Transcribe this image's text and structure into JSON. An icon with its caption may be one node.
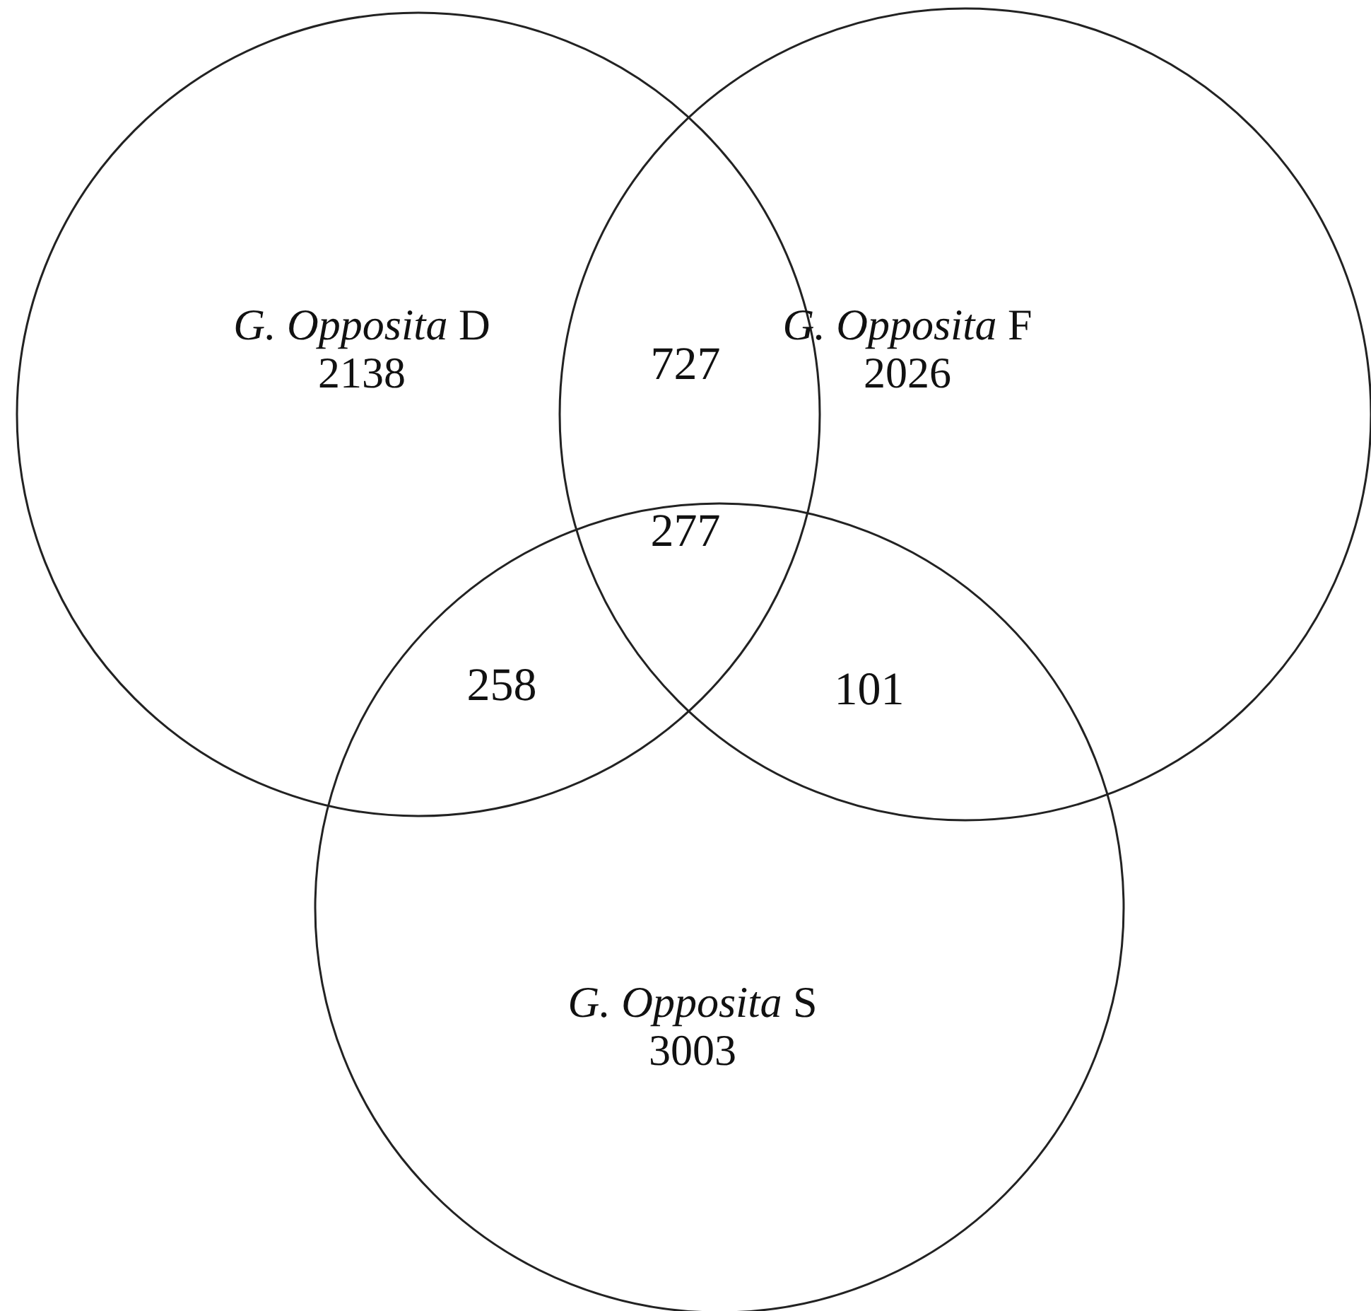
{
  "diagram": {
    "nodes": [
      {
        "text": [
          "*G. Opposita* D",
          "2138"
        ]
      },
      {
        "text": [
          "*G. Opposita* F",
          "2026"
        ]
      },
      {
        "text": [
          "*G. Opposita* S",
          "3003"
        ]
      }
    ],
    "labels": [
      "727",
      "277",
      "258",
      "101"
    ]
  }
}
